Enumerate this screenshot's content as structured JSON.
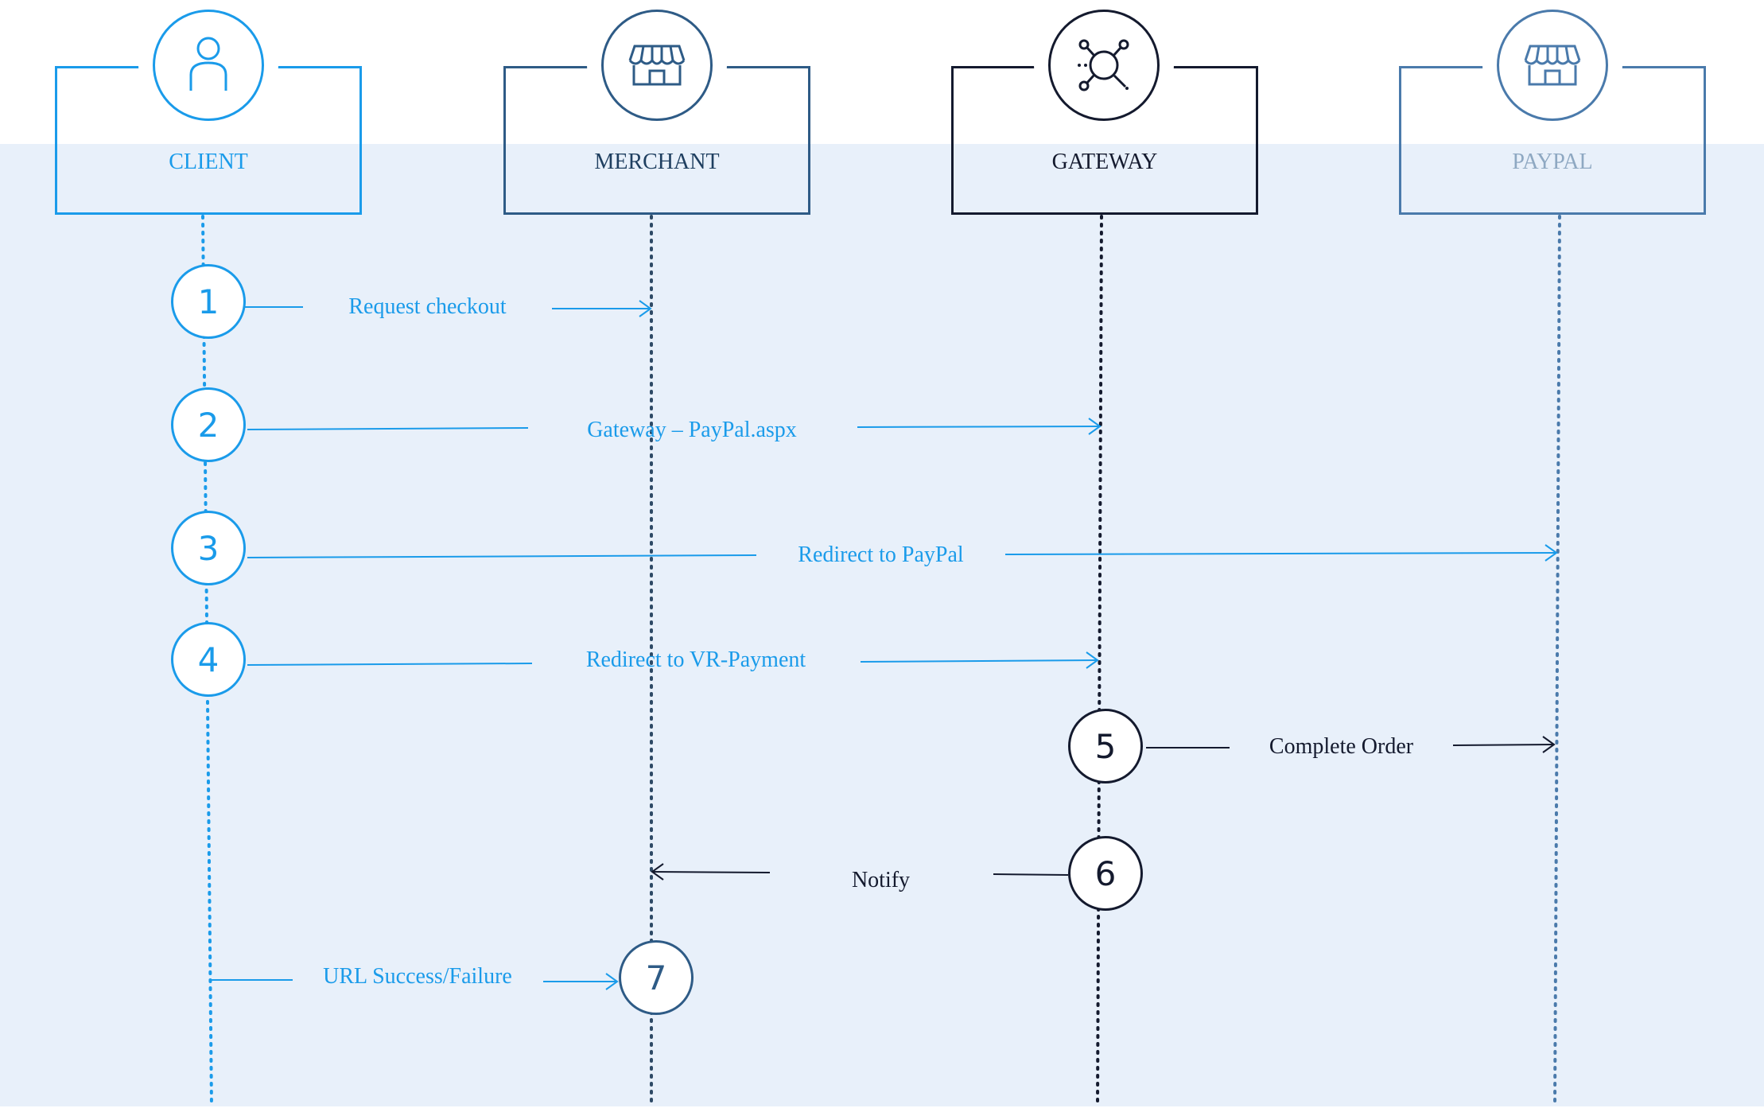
{
  "colors": {
    "client": "#1a9bea",
    "merchant": "#2e5b86",
    "gateway": "#141a2e",
    "paypal": "#4a7aab",
    "paypal_text": "#8ea8c2",
    "background": "#e8f0fa"
  },
  "actors": [
    {
      "key": "client",
      "name": "CLIENT",
      "icon": "person-icon"
    },
    {
      "key": "merchant",
      "name": "MERCHANT",
      "icon": "storefront-icon"
    },
    {
      "key": "gateway",
      "name": "GATEWAY",
      "icon": "network-hub-icon"
    },
    {
      "key": "paypal",
      "name": "PAYPAL",
      "icon": "storefront-icon"
    }
  ],
  "steps": [
    {
      "number": "1",
      "label": "Request checkout",
      "from": "client",
      "to": "merchant"
    },
    {
      "number": "2",
      "label": "Gateway – PayPal.aspx",
      "from": "client",
      "to": "gateway"
    },
    {
      "number": "3",
      "label": "Redirect to PayPal",
      "from": "client",
      "to": "paypal"
    },
    {
      "number": "4",
      "label": "Redirect to VR-Payment",
      "from": "client",
      "to": "gateway"
    },
    {
      "number": "5",
      "label": "Complete Order",
      "from": "gateway",
      "to": "paypal"
    },
    {
      "number": "6",
      "label": "Notify",
      "from": "gateway",
      "to": "merchant"
    },
    {
      "number": "7",
      "label": "URL Success/Failure",
      "from": "client",
      "to": "merchant"
    }
  ]
}
